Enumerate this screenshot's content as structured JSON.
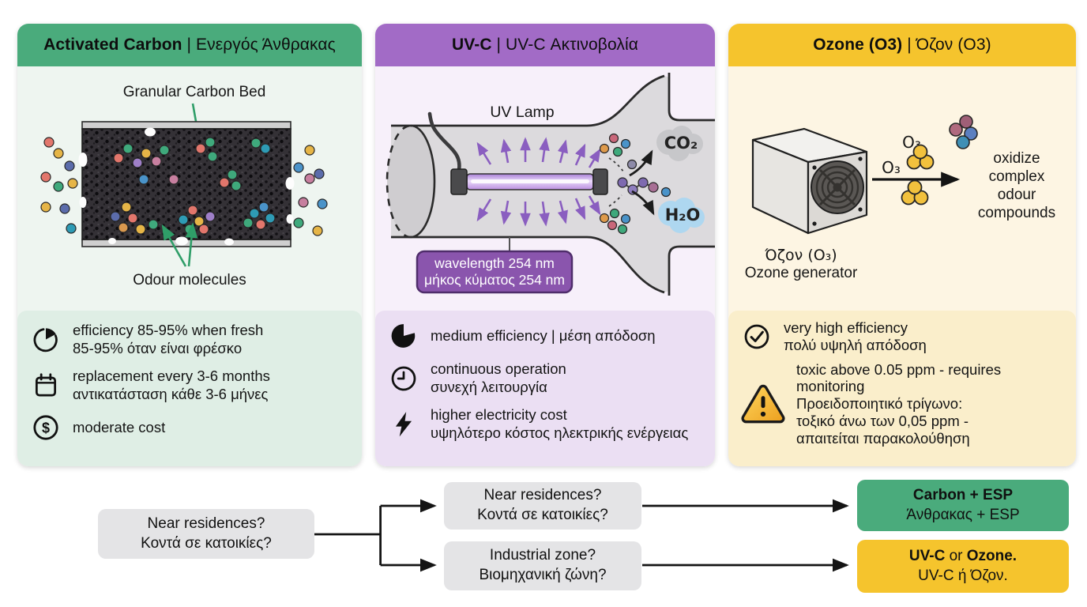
{
  "cards": [
    {
      "title_en": "Activated Carbon",
      "sep": " | ",
      "title_el": "Ενεργός Άνθρακας",
      "illustration": {
        "top_label": "Granular Carbon Bed",
        "bottom_label": "Odour molecules"
      },
      "features": [
        {
          "icon": "gauge-icon",
          "lines": [
            "efficiency 85-95% when fresh",
            "85-95% όταν είναι φρέσκο"
          ]
        },
        {
          "icon": "calendar-icon",
          "lines": [
            "replacement every 3-6 months",
            "αντικατάσταση κάθε 3-6 μήνες"
          ]
        },
        {
          "icon": "dollar-icon",
          "lines": [
            "moderate cost"
          ]
        }
      ]
    },
    {
      "title_en": "UV-C",
      "sep": " | ",
      "title_el": "UV-C Ακτινοβολία",
      "illustration": {
        "top_label": "UV Lamp",
        "co2": "CO₂",
        "h2o": "H₂O",
        "wavelength": [
          "wavelength 254 nm",
          "μήκος κύματος 254 nm"
        ]
      },
      "features": [
        {
          "icon": "pie-icon",
          "lines": [
            "medium efficiency | μέση απόδοση"
          ]
        },
        {
          "icon": "clock-icon",
          "lines": [
            "continuous operation",
            "συνεχή λειτουργία"
          ]
        },
        {
          "icon": "bolt-icon",
          "lines": [
            "higher electricity cost",
            "υψηλότερο κόστος ηλεκτρικής ενέργειας"
          ]
        }
      ]
    },
    {
      "title_en": "Ozone (O3)",
      "sep": " | ",
      "title_el": "Όζον (O3)",
      "illustration": {
        "o3_a": "O₃",
        "o3_b": "O₃",
        "generator_label_1": "Όζον (O₃)",
        "generator_label_2": "Ozone generator",
        "result_1": "oxidize",
        "result_2": "complex",
        "result_3": "odour",
        "result_4": "compounds"
      },
      "features": [
        {
          "icon": "check-circle-icon",
          "lines": [
            "very high efficiency",
            "πολύ υψηλή απόδοση"
          ]
        },
        {
          "icon": "warning-triangle-icon",
          "lines": [
            "toxic above 0.05 ppm - requires",
            "monitoring",
            "Προειδοποιητικό τρίγωνο:",
            "τοξικό άνω των 0,05 ppm -",
            "απαιτείται παρακολούθηση"
          ]
        }
      ]
    }
  ],
  "flowchart": {
    "root": [
      "Near residences?",
      "Κοντά σε κατοικίες?"
    ],
    "q_top": [
      "Near residences?",
      "Κοντά σε κατοικίες?"
    ],
    "q_bot": [
      "Industrial zone?",
      "Βιομηχανική ζώνη?"
    ],
    "a_top": {
      "line1": "Carbon + ESP",
      "line2": "Άνθρακας + ESP"
    },
    "a_bot": {
      "p1": "UV-C",
      "p2": " or ",
      "p3": "Ozone.",
      "line2": "UV-C ή Όζον."
    }
  },
  "colors": {
    "green": "#4aab7c",
    "green_light": "#eef5f0",
    "green_panel": "#dfeee5",
    "purple": "#a26bc6",
    "purple_light": "#f7f0fa",
    "purple_panel": "#ebdff3",
    "purple_deep": "#8a55ad",
    "yellow": "#f5c42d",
    "yellow_light": "#fdf5e3",
    "yellow_panel": "#faeecb",
    "neutral_box": "#e4e4e6"
  }
}
